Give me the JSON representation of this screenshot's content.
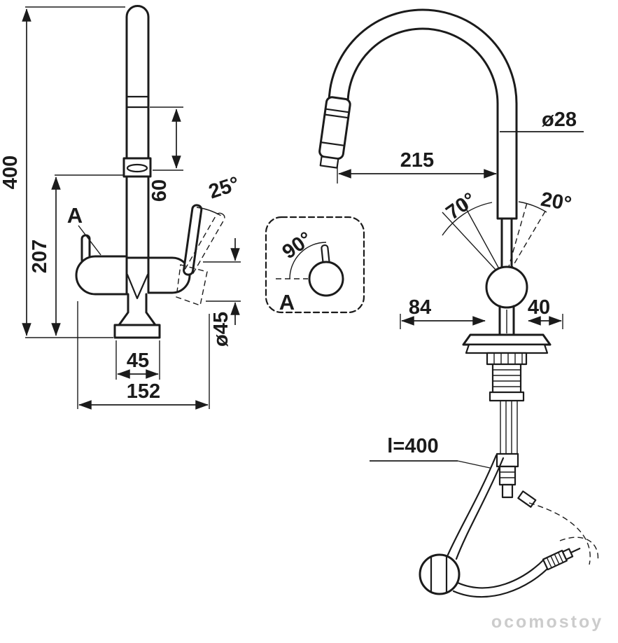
{
  "front_view": {
    "overall_height": "400",
    "lower_height": "207",
    "spout_section": "60",
    "section_label": "A",
    "handle_angle": "25°",
    "handle_diameter": "ø45",
    "base_width": "45",
    "total_width": "152"
  },
  "detail_view": {
    "swivel_angle": "90°",
    "section_label": "A"
  },
  "side_view": {
    "spout_diameter": "ø28",
    "reach": "215",
    "lever_front_angle": "70°",
    "lever_back_angle": "20°",
    "reach_front": "84",
    "reach_back": "40",
    "hose_length": "l=400"
  },
  "watermark": "ocomostoy"
}
